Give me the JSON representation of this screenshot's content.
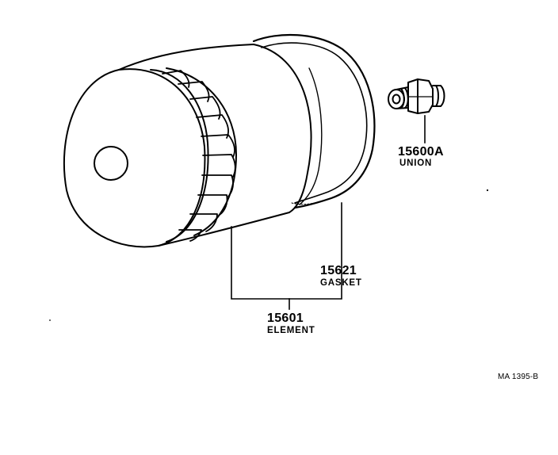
{
  "parts": [
    {
      "number": "15600A",
      "name": "UNION"
    },
    {
      "number": "15621",
      "name": "GASKET"
    },
    {
      "number": "15601",
      "name": "ELEMENT"
    }
  ],
  "figure_ref": "MA 1395-B",
  "line_color": "#000000",
  "background": "#ffffff"
}
